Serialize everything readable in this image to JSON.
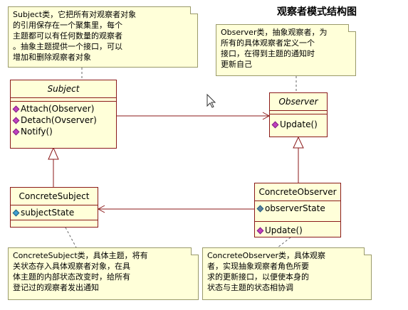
{
  "title": "观察者模式结构图",
  "notes": {
    "subject": "Subject类，它把所有对观察者对象\n的引用保存在一个聚集里，每个\n主题都可以有任何数量的观察者\n。抽象主题提供一个接口，可以\n增加和删除观察者对象",
    "observer": "Observer类，抽象观察者，为\n所有的具体观察者定义一个\n接口，在得到主题的通知时\n更新自己",
    "concrete_subject": "ConcreteSubject类，具体主题，将有\n关状态存入具体观察者对象，在具\n体主题的内部状态改变时，给所有\n登记过的观察者发出通知",
    "concrete_observer": "ConcreteObserver类，具体观察\n者，实现抽象观察者角色所要\n求的更新接口，以便使本身的\n状态与主题的状态相协调"
  },
  "classes": {
    "subject": {
      "name": "Subject",
      "operations": [
        "Attach(Observer)",
        "Detach(Ovserver)",
        "Notify()"
      ]
    },
    "observer": {
      "name": "Observer",
      "operations": [
        "Update()"
      ]
    },
    "concrete_subject": {
      "name": "ConcreteSubject",
      "attributes": [
        "subjectState"
      ]
    },
    "concrete_observer": {
      "name": "ConcreteObserver",
      "attributes": [
        "observerState"
      ],
      "operations": [
        "Update()"
      ]
    }
  },
  "icons": {
    "operation": "operation-diamond-icon",
    "attribute": "attribute-diamond-icon",
    "cursor": "mouse-cursor-icon"
  },
  "colors": {
    "note_fill": "#ffffd9",
    "class_border": "#8b1a1a",
    "line": "#8b1a1a"
  }
}
